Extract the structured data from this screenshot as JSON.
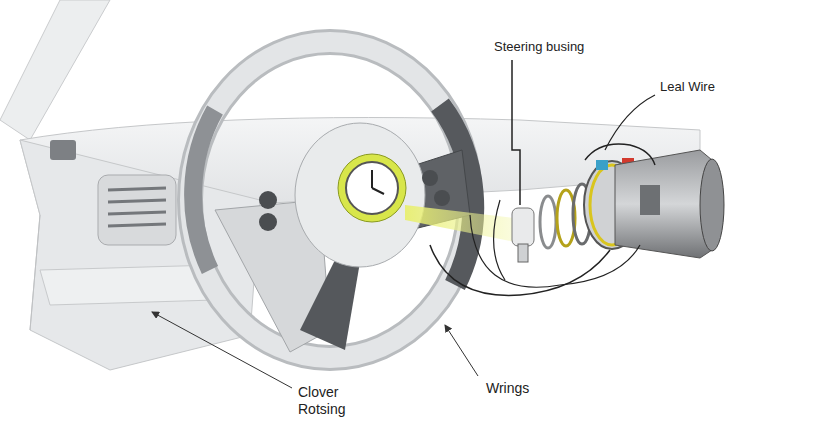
{
  "diagram": {
    "labels": [
      "Steering busing",
      "Leal Wire",
      "Clover Rotsing",
      "Wrings"
    ]
  }
}
